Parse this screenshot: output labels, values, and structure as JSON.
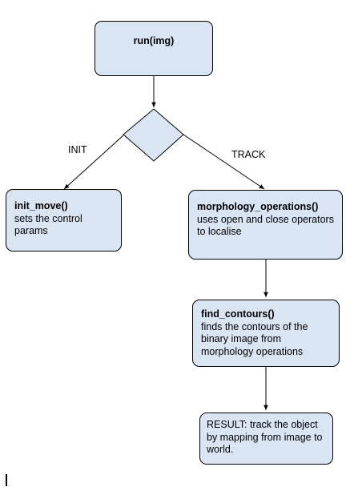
{
  "diagram": {
    "nodes": {
      "run": {
        "title": "run(img)",
        "body": ""
      },
      "init_move": {
        "title": "init_move()",
        "body": "sets the control params"
      },
      "morphology": {
        "title": "morphology_operations()",
        "body": "uses open and close operators to localise"
      },
      "find_contours": {
        "title": "find_contours()",
        "body": "finds the contours of the binary image from morphology operations"
      },
      "result": {
        "title": "",
        "body": "RESULT: track the object by mapping from image to world."
      }
    },
    "edge_labels": {
      "init": "INIT",
      "track": "TRACK"
    }
  },
  "colors": {
    "node_fill": "#dae5f3",
    "stroke": "#000000"
  }
}
